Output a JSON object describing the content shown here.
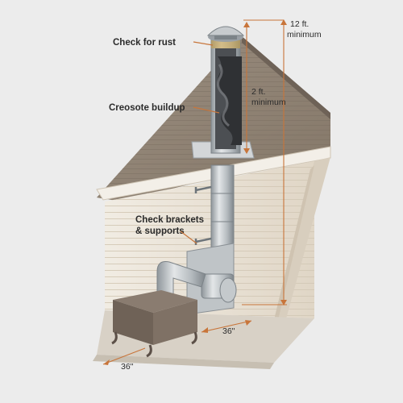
{
  "labels": {
    "check_rust": "Check for rust",
    "creosote": "Creosote buildup",
    "brackets_line1": "Check brackets",
    "brackets_line2": "& supports"
  },
  "dimensions": {
    "twelve_ft_line1": "12 ft.",
    "twelve_ft_line2": "minimum",
    "two_ft_line1": "2 ft.",
    "two_ft_line2": "minimum",
    "clearance_front": "36\"",
    "clearance_side": "36\""
  },
  "colors": {
    "background": "#ececec",
    "roof": "#8f8274",
    "siding": "#e8e0d2",
    "pipe": "#b9bec2",
    "stove": "#76685c",
    "annotation": "#c8753a"
  }
}
